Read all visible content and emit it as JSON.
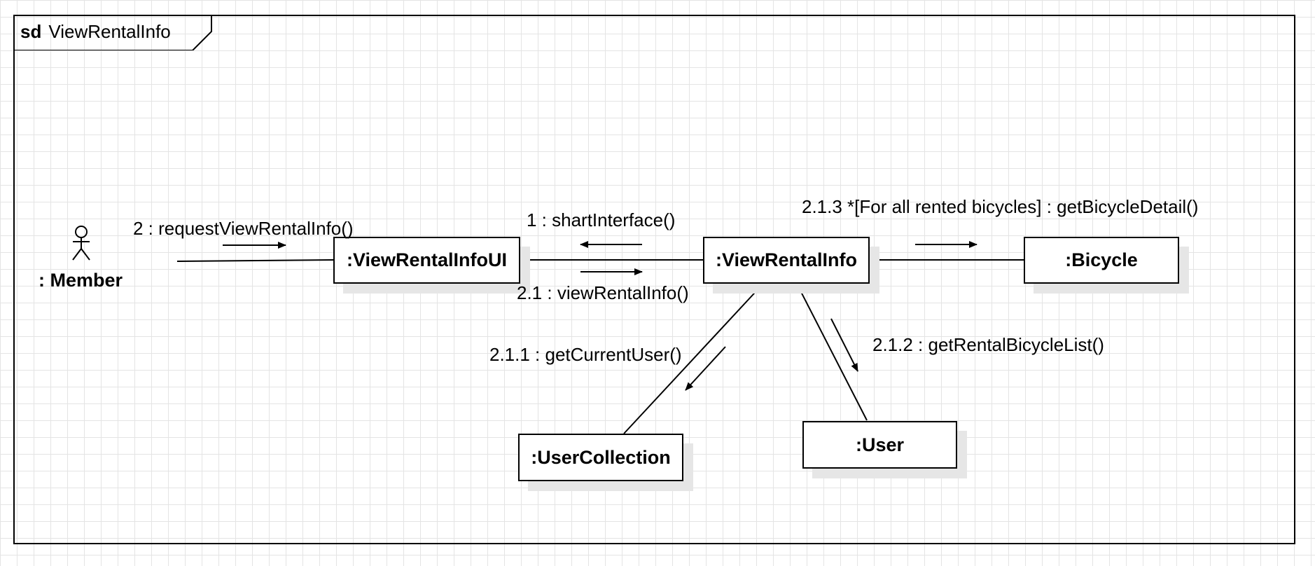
{
  "frame": {
    "keyword": "sd",
    "name": "ViewRentalInfo"
  },
  "actor": {
    "label": ": Member"
  },
  "objects": {
    "ui": ":ViewRentalInfoUI",
    "control": ":ViewRentalInfo",
    "bicycle": ":Bicycle",
    "user_collection": ":UserCollection",
    "user": ":User"
  },
  "messages": {
    "m2": "2 : requestViewRentalInfo()",
    "m1": "1 :  shartInterface()",
    "m21": "2.1 : viewRentalInfo()",
    "m211": "2.1.1 : getCurrentUser()",
    "m212": "2.1.2 : getRentalBicycleList()",
    "m213": "2.1.3 *[For all rented bicycles] : getBicycleDetail()"
  }
}
